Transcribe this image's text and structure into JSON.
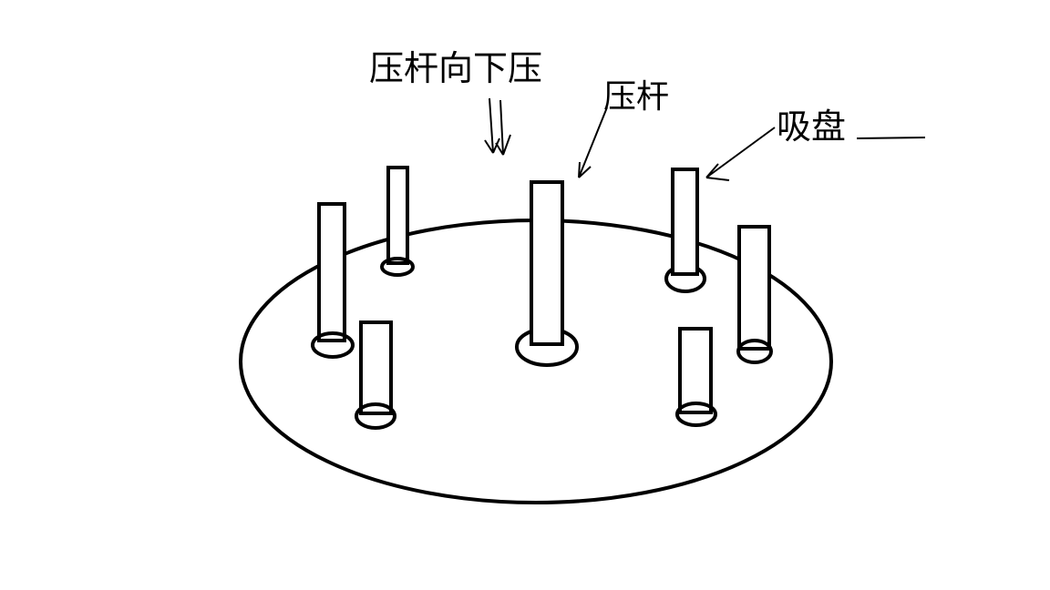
{
  "labels": {
    "press_direction": "压杆向下压",
    "press_rod": "压杆",
    "suction_cup": "吸盘"
  },
  "colors": {
    "background": "#ffffff",
    "stroke": "#000000"
  }
}
